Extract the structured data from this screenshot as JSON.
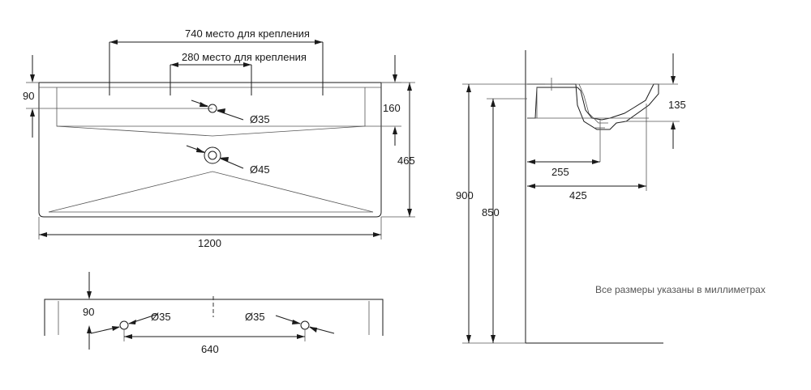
{
  "top_view": {
    "mount_740": "740 место для крепления",
    "mount_280": "280 место для крепления",
    "dim_90": "90",
    "dim_160": "160",
    "dim_465": "465",
    "dim_1200": "1200",
    "hole_35": "Ø35",
    "hole_45": "Ø45"
  },
  "bottom_view": {
    "dim_90": "90",
    "hole_35_left": "Ø35",
    "hole_35_right": "Ø35",
    "dim_640": "640"
  },
  "side_view": {
    "dim_135": "135",
    "dim_255": "255",
    "dim_425": "425",
    "dim_900": "900",
    "dim_850": "850"
  },
  "note": "Все размеры указаны в миллиметрах"
}
